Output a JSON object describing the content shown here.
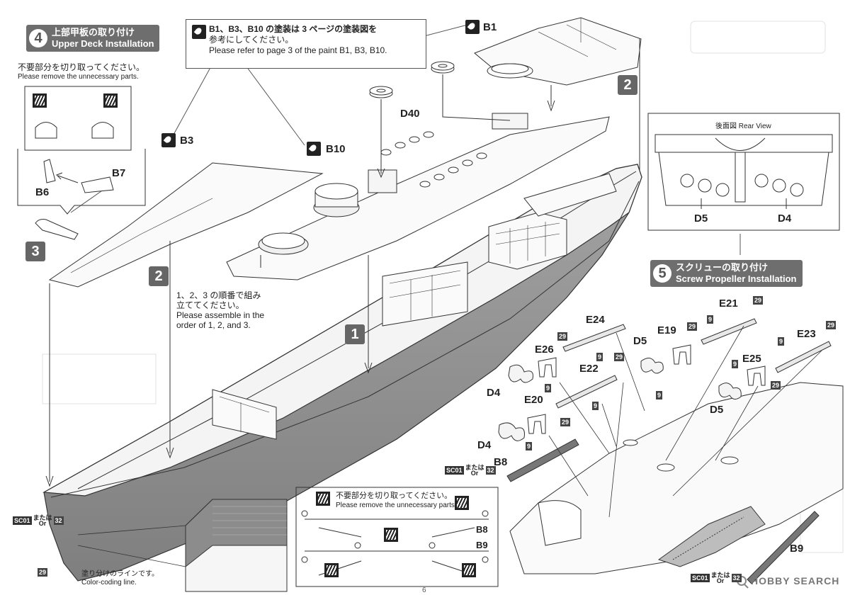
{
  "step4": {
    "number": "4",
    "title_jp": "上部甲板の取り付け",
    "title_en": "Upper Deck Installation"
  },
  "step5": {
    "number": "5",
    "title_jp": "スクリューの取り付け",
    "title_en": "Screw Propeller Installation"
  },
  "paint_note": {
    "line1": "B1、B3、B10 の塗装は 3 ページの塗装図を",
    "line2": "参考にしてください。",
    "line3": "Please refer to page 3 of the paint B1, B3, B10."
  },
  "remove_note": {
    "jp": "不要部分を切り取ってください。",
    "en": "Please remove the unnecessary parts."
  },
  "order_note": {
    "jp1": "1、2、3 の順番で組み",
    "jp2": "立ててください。",
    "en1": "Please assemble in the",
    "en2": "order of 1, 2, and 3."
  },
  "rear_view": "後面図 Rear View",
  "color_line": {
    "jp": "塗り分けのラインです。",
    "en": "Color-coding line."
  },
  "steps": [
    "1",
    "2",
    "3"
  ],
  "parts": {
    "B1": "B1",
    "B3": "B3",
    "B10": "B10",
    "B6": "B6",
    "B7": "B7",
    "B8": "B8",
    "B9": "B9",
    "D40": "D40",
    "D4": "D4",
    "D5": "D5",
    "E19": "E19",
    "E20": "E20",
    "E21": "E21",
    "E22": "E22",
    "E23": "E23",
    "E24": "E24",
    "E25": "E25",
    "E26": "E26"
  },
  "color_numbers": {
    "c9": "9",
    "c29": "29",
    "c32": "32"
  },
  "sc01": {
    "code": "SC01",
    "mata": "または",
    "or": "Or",
    "num": "32"
  },
  "watermark": "HOBBY SEARCH",
  "page_number": "6",
  "icons": {
    "paint": "paint-brush-icon",
    "cut": "cut-parts-icon"
  },
  "colors": {
    "hull": "#8c8c8c",
    "badge": "#666666",
    "outline": "#333333"
  }
}
